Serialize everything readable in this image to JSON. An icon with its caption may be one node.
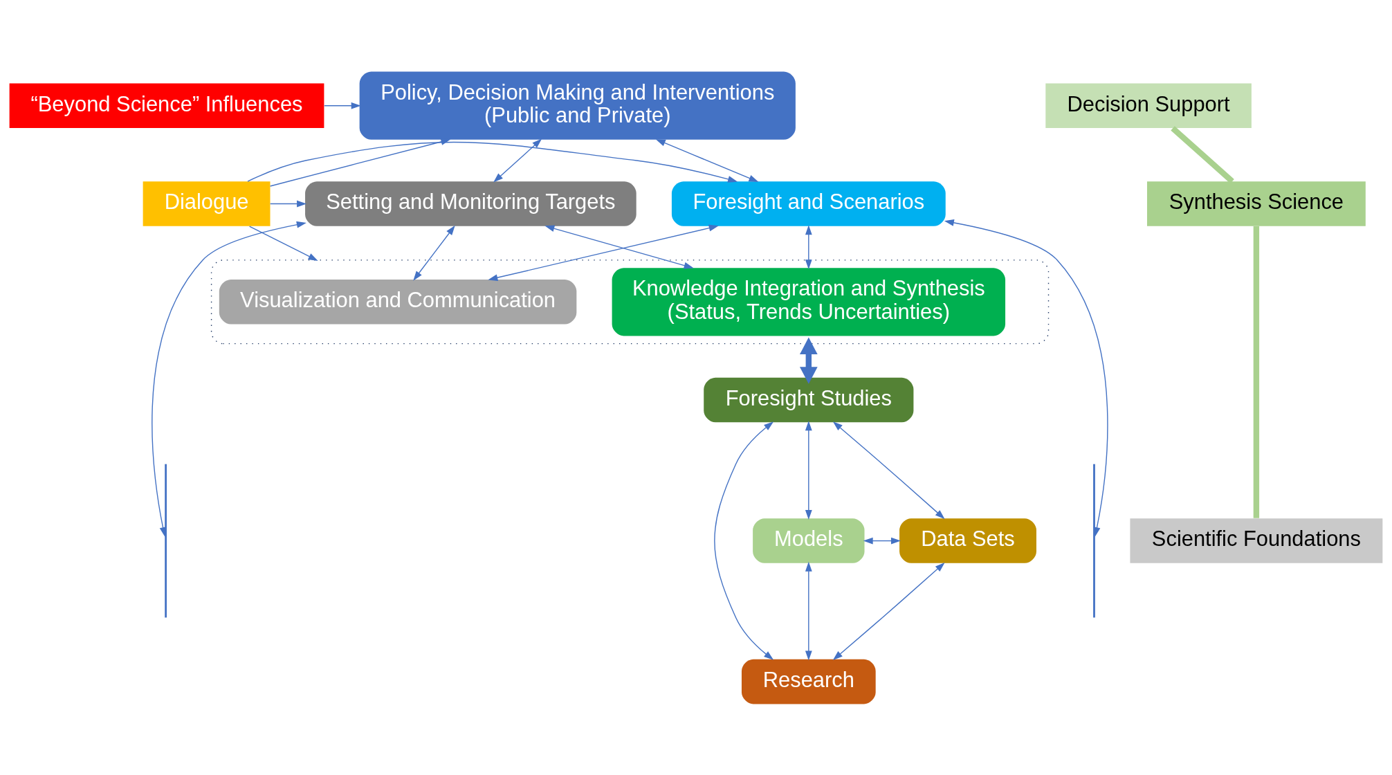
{
  "diagram": {
    "nodes": [
      {
        "text": [
          "“Beyond Science” Influences"
        ]
      },
      {
        "text": [
          "Policy, Decision Making and Interventions",
          "(Public and Private)"
        ]
      },
      {
        "text": [
          "Decision Support"
        ]
      },
      {
        "text": [
          "Setting and Monitoring Targets"
        ]
      },
      {
        "text": [
          "Dialogue"
        ]
      },
      {
        "text": [
          "Foresight and Scenarios"
        ]
      },
      {
        "text": [],
        "shape": "box"
      },
      {
        "text": [
          "Visualization and Communication"
        ],
        "in": 6
      },
      {
        "text": [
          "Knowledge Integration and Synthesis",
          "(Status, Trends Uncertainties)"
        ],
        "in": 6
      },
      {
        "text": [
          "Synthesis Science"
        ]
      },
      {
        "text": [
          "Foresight Studies"
        ]
      },
      {
        "text": [],
        "shape": "bar"
      },
      {
        "text": [
          "Models"
        ]
      },
      {
        "text": [
          "Data Sets"
        ]
      },
      {
        "text": [],
        "shape": "bar"
      },
      {
        "text": [
          "Scientific Foundations"
        ]
      },
      {
        "text": [
          "Research"
        ]
      }
    ],
    "edges": [
      {
        "from": 0,
        "to": 1,
        "arrow": "to"
      },
      {
        "from": 1,
        "to": 3,
        "arrow": "both"
      },
      {
        "from": 1,
        "to": 5,
        "arrow": "both"
      },
      {
        "from": 4,
        "to": 1,
        "arrow": "to"
      },
      {
        "from": 4,
        "to": 3,
        "arrow": "to"
      },
      {
        "from": 4,
        "to": 5,
        "arrow": "to"
      },
      {
        "from": 4,
        "to": 6,
        "arrow": "to"
      },
      {
        "from": 3,
        "to": 7,
        "arrow": "both"
      },
      {
        "from": 3,
        "to": 8,
        "arrow": "both"
      },
      {
        "from": 5,
        "to": 7,
        "arrow": "both"
      },
      {
        "from": 5,
        "to": 8,
        "arrow": "both"
      },
      {
        "from": 6,
        "to": 10,
        "arrow": "both",
        "style": "thick"
      },
      {
        "from": 3,
        "to": 11,
        "arrow": "both"
      },
      {
        "from": 5,
        "to": 14,
        "arrow": "both"
      },
      {
        "from": 10,
        "to": 12,
        "arrow": "both"
      },
      {
        "from": 10,
        "to": 13,
        "arrow": "both"
      },
      {
        "from": 10,
        "to": 16,
        "arrow": "both"
      },
      {
        "from": 12,
        "to": 13,
        "arrow": "both"
      },
      {
        "from": 12,
        "to": 16,
        "arrow": "both"
      },
      {
        "from": 13,
        "to": 16,
        "arrow": "both"
      },
      {
        "from": 2,
        "to": 9,
        "arrow": "none",
        "style": "thick",
        "color": "#a9d18e"
      },
      {
        "from": 9,
        "to": 15,
        "arrow": "none",
        "style": "thick",
        "color": "#a9d18e"
      }
    ]
  }
}
